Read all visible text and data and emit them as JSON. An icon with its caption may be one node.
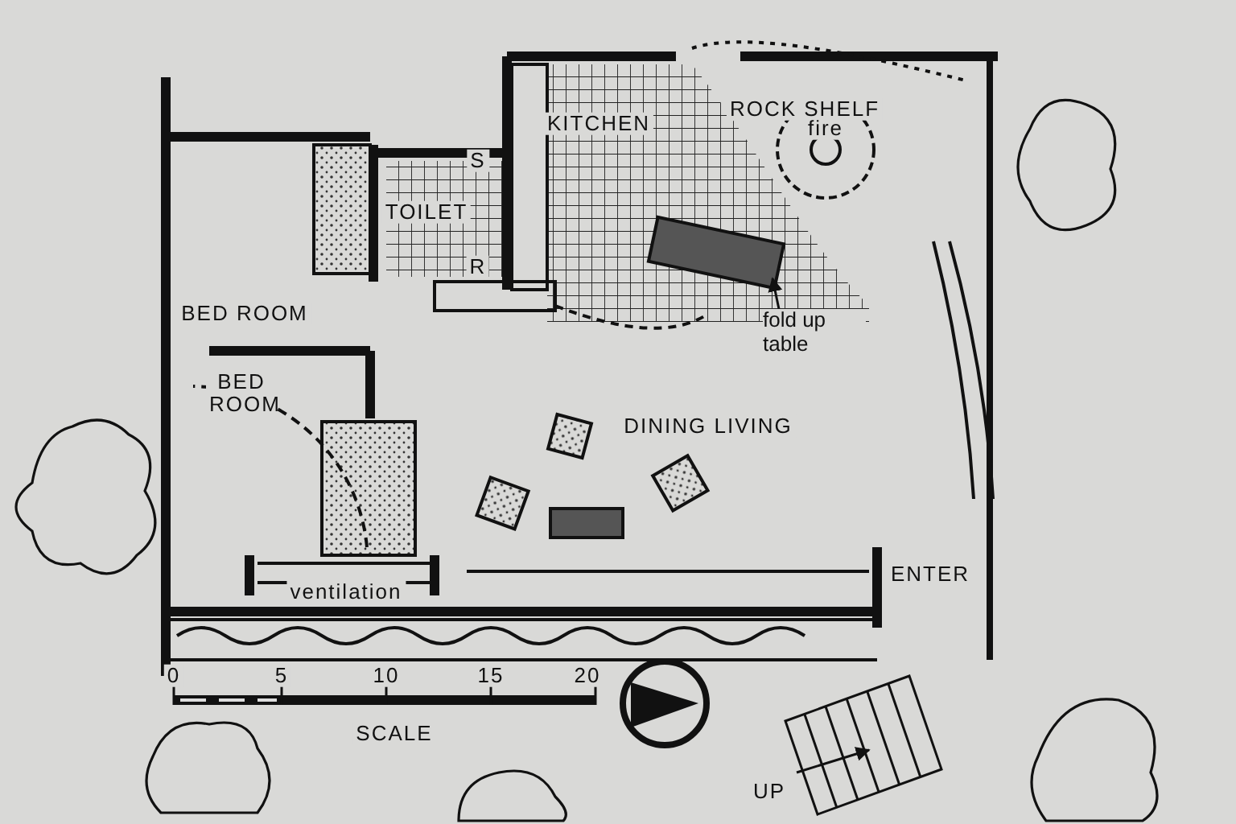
{
  "diagram": {
    "nodes": [
      {
        "text": [
          "fold up table"
        ]
      },
      {
        "text": [],
        "shape": "box"
      }
    ],
    "edges": [
      {
        "from": 0,
        "to": 1,
        "arrow": "to"
      }
    ],
    "labels": [
      "KITCHEN",
      "ROCK SHELF",
      "S",
      "fire",
      "TOILET",
      "R",
      "BED ROOM",
      "BED ROOM",
      "DINING LIVING",
      "ENTER",
      "ventilation",
      "0",
      "5",
      "10",
      "15",
      "20",
      "SCALE",
      "UP"
    ]
  }
}
